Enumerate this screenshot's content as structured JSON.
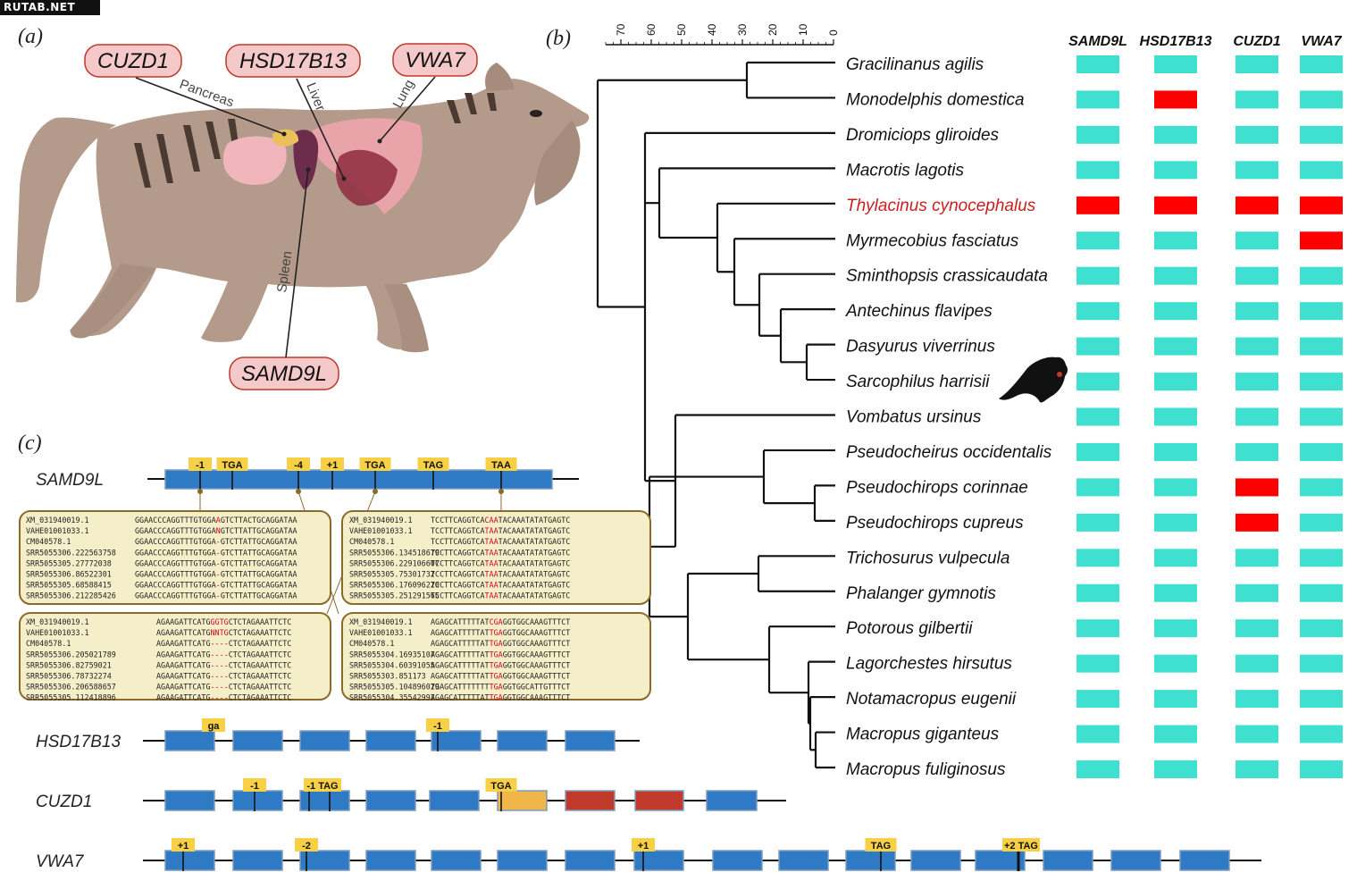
{
  "watermark": "RUTAB.NET",
  "panels": {
    "a": "(a)",
    "b": "(b)",
    "c": "(c)"
  },
  "panel_a": {
    "gene_labels": [
      "CUZD1",
      "HSD17B13",
      "VWA7",
      "SAMD9L"
    ],
    "organ_labels": [
      "Pancreas",
      "Liver",
      "Lung",
      "Spleen"
    ]
  },
  "panel_b": {
    "axis_ticks": [
      70,
      60,
      50,
      40,
      30,
      20,
      10,
      0
    ],
    "gene_columns": [
      "SAMD9L",
      "HSD17B13",
      "CUZD1",
      "VWA7"
    ],
    "colors": {
      "intact": "#40E0D0",
      "lost": "#FF0000",
      "highlight_species": "#CC1F1F"
    },
    "species": [
      {
        "name": "Gracilinanus agilis",
        "genes": [
          0,
          0,
          0,
          0
        ]
      },
      {
        "name": "Monodelphis domestica",
        "genes": [
          0,
          1,
          0,
          0
        ]
      },
      {
        "name": "Dromiciops gliroides",
        "genes": [
          0,
          0,
          0,
          0
        ]
      },
      {
        "name": "Macrotis lagotis",
        "genes": [
          0,
          0,
          0,
          0
        ]
      },
      {
        "name": "Thylacinus cynocephalus",
        "genes": [
          1,
          1,
          1,
          1
        ],
        "highlight": true
      },
      {
        "name": "Myrmecobius fasciatus",
        "genes": [
          0,
          0,
          0,
          1
        ]
      },
      {
        "name": "Sminthopsis crassicaudata",
        "genes": [
          0,
          0,
          0,
          0
        ]
      },
      {
        "name": "Antechinus flavipes",
        "genes": [
          0,
          0,
          0,
          0
        ]
      },
      {
        "name": "Dasyurus viverrinus",
        "genes": [
          0,
          0,
          0,
          0
        ]
      },
      {
        "name": "Sarcophilus harrisii",
        "genes": [
          0,
          0,
          0,
          0
        ]
      },
      {
        "name": "Vombatus ursinus",
        "genes": [
          0,
          0,
          0,
          0
        ]
      },
      {
        "name": "Pseudocheirus occidentalis",
        "genes": [
          0,
          0,
          0,
          0
        ]
      },
      {
        "name": "Pseudochirops corinnae",
        "genes": [
          0,
          0,
          1,
          0
        ]
      },
      {
        "name": "Pseudochirops cupreus",
        "genes": [
          0,
          0,
          1,
          0
        ]
      },
      {
        "name": "Trichosurus vulpecula",
        "genes": [
          0,
          0,
          0,
          0
        ]
      },
      {
        "name": "Phalanger gymnotis",
        "genes": [
          0,
          0,
          0,
          0
        ]
      },
      {
        "name": "Potorous gilbertii",
        "genes": [
          0,
          0,
          0,
          0
        ]
      },
      {
        "name": "Lagorchestes hirsutus",
        "genes": [
          0,
          0,
          0,
          0
        ]
      },
      {
        "name": "Notamacropus eugenii",
        "genes": [
          0,
          0,
          0,
          0
        ]
      },
      {
        "name": "Macropus giganteus",
        "genes": [
          0,
          0,
          0,
          0
        ]
      },
      {
        "name": "Macropus fuliginosus",
        "genes": [
          0,
          0,
          0,
          0
        ]
      }
    ]
  },
  "panel_c": {
    "samd9l": {
      "name": "SAMD9L",
      "markers": [
        "-1",
        "TGA",
        "-4",
        "+1",
        "TGA",
        "TAG",
        "TAA"
      ]
    },
    "alignments": [
      {
        "ids": [
          "XM_031940019.1",
          "VAHE01001033.1",
          "CM040578.1",
          "SRR5055306.222563758",
          "SRR5055305.27772038",
          "SRR5055306.86522301",
          "SRR5055305.68588415",
          "SRR5055306.212285426"
        ],
        "seqs": [
          {
            "a": "GGAACCCAGGTTTGTGGA",
            "m": "A",
            "b": "GTCTTACTGCAGGATAA"
          },
          {
            "a": "GGAACCCAGGTTTGTGGA",
            "m": "N",
            "b": "GTCTTATTGCAGGATAA"
          },
          {
            "a": "GGAACCCAGGTTTGTGGA",
            "m": "-",
            "b": "GTCTTATTGCAGGATAA"
          },
          {
            "a": "GGAACCCAGGTTTGTGGA",
            "m": "-",
            "b": "GTCTTATTGCAGGATAA"
          },
          {
            "a": "GGAACCCAGGTTTGTGGA",
            "m": "-",
            "b": "GTCTTATTGCAGGATAA"
          },
          {
            "a": "GGAACCCAGGTTTGTGGA",
            "m": "-",
            "b": "GTCTTATTGCAGGATAA"
          },
          {
            "a": "GGAACCCAGGTTTGTGGA",
            "m": "-",
            "b": "GTCTTATTGCAGGATAA"
          },
          {
            "a": "GGAACCCAGGTTTGTGGA",
            "m": "-",
            "b": "GTCTTATTGCAGGATAA"
          }
        ]
      },
      {
        "ids": [
          "XM_031940019.1",
          "VAHE01001033.1",
          "CM040578.1",
          "SRR5055306.134518679",
          "SRR5055306.229106607",
          "SRR5055305.75301732",
          "SRR5055306.176096220",
          "SRR5055305.251291565"
        ],
        "seqs": [
          {
            "a": "TCCTTCAGGTCA",
            "m": "CAA",
            "b": "TACAAATATATGAGTC"
          },
          {
            "a": "TCCTTCAGGTCA",
            "m": "TAA",
            "b": "TACAAATATATGAGTC"
          },
          {
            "a": "TCCTTCAGGTCA",
            "m": "TAA",
            "b": "TACAAATATATGAGTC"
          },
          {
            "a": "TCCTTCAGGTCA",
            "m": "TAA",
            "b": "TACAAATATATGAGTC"
          },
          {
            "a": "TCCTTCAGGTCA",
            "m": "TAA",
            "b": "TACAAATATATGAGTC"
          },
          {
            "a": "TCCTTCAGGTCA",
            "m": "TAA",
            "b": "TACAAATATATGAGTC"
          },
          {
            "a": "TCCTTCAGGTCA",
            "m": "TAA",
            "b": "TACAAATATATGAGTC"
          },
          {
            "a": "TCCTTCAGGTCA",
            "m": "TAA",
            "b": "TACAAATATATGAGTC"
          }
        ]
      },
      {
        "ids": [
          "XM_031940019.1",
          "VAHE01001033.1",
          "CM040578.1",
          "SRR5055306.205021789",
          "SRR5055306.82759021",
          "SRR5055306.78732274",
          "SRR5055306.206588657",
          "SRR5055305.112418896"
        ],
        "seqs": [
          {
            "a": "AGAAGATTCATG",
            "m": "GGTG",
            "b": "CTCTAGAAATTCTC"
          },
          {
            "a": "AGAAGATTCATG",
            "m": "NNTG",
            "b": "CTCTAGAAATTCTC"
          },
          {
            "a": "AGAAGATTCATG",
            "m": "----",
            "b": "CTCTAGAAATTCTC"
          },
          {
            "a": "AGAAGATTCATG",
            "m": "----",
            "b": "CTCTAGAAATTCTC"
          },
          {
            "a": "AGAAGATTCATG",
            "m": "----",
            "b": "CTCTAGAAATTCTC"
          },
          {
            "a": "AGAAGATTCATG",
            "m": "----",
            "b": "CTCTAGAAATTCTC"
          },
          {
            "a": "AGAAGATTCATG",
            "m": "----",
            "b": "CTCTAGAAATTCTC"
          },
          {
            "a": "AGAAGATTCATG",
            "m": "----",
            "b": "CTCTAGAAATTCTC"
          }
        ]
      },
      {
        "ids": [
          "XM_031940019.1",
          "VAHE01001033.1",
          "CM040578.1",
          "SRR5055304.16935107",
          "SRR5055304.60391055",
          "SRR5055303.851173",
          "SRR5055305.104896029",
          "SRR5055304.35542997"
        ],
        "seqs": [
          {
            "a": "AGAGCATTTTTAT",
            "m": "CGA",
            "b": "GGTGGCAAAGTTTCT"
          },
          {
            "a": "AGAGCATTTTTAT",
            "m": "TGA",
            "b": "GGTGGCAAAGTTTCT"
          },
          {
            "a": "AGAGCATTTTTAT",
            "m": "TGA",
            "b": "GGTGGCAAAGTTTCT"
          },
          {
            "a": "AGAGCATTTTTAT",
            "m": "TGA",
            "b": "GGTGGCAAAGTTTCT"
          },
          {
            "a": "AGAGCATTTTTAT",
            "m": "TGA",
            "b": "GGTGGCAAAGTTTCT"
          },
          {
            "a": "AGAGCATTTTTAT",
            "m": "TGA",
            "b": "GGTGGCAAAGTTTCT"
          },
          {
            "a": "TGAGCATTTTTTT",
            "m": "TGA",
            "b": "GGTGGCATTGTTTCT"
          },
          {
            "a": "AGAGCATTTTTAT",
            "m": "TGA",
            "b": "GGTGGCAAAGTTTCT"
          }
        ]
      }
    ],
    "genes": [
      {
        "name": "HSD17B13",
        "markers": [
          "ga",
          "-1"
        ]
      },
      {
        "name": "CUZD1",
        "markers": [
          "-1",
          "-1 TAG",
          "TGA"
        ]
      },
      {
        "name": "VWA7",
        "markers": [
          "+1",
          "-2",
          "+1",
          "TAG",
          "+2 TAG"
        ]
      }
    ]
  }
}
